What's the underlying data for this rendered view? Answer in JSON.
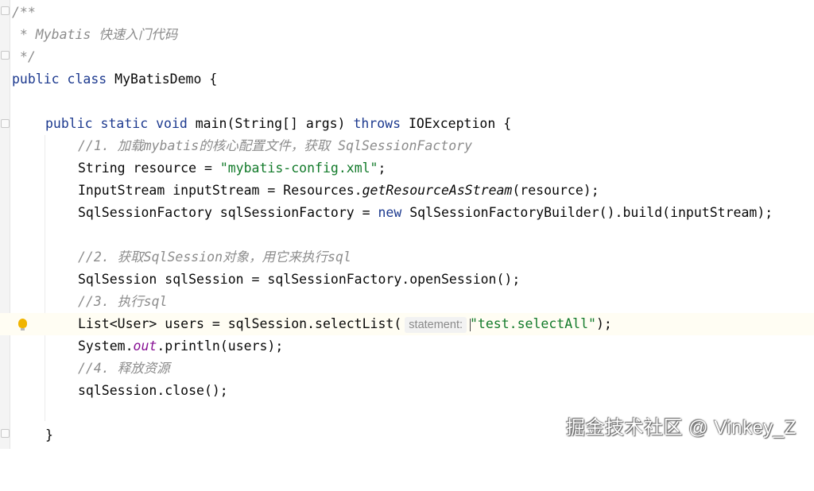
{
  "editor": {
    "language": "java",
    "class_name": "MyBatisDemo",
    "lines": [
      {
        "id": "l1",
        "text": "/**"
      },
      {
        "id": "l2",
        "text": " * Mybatis 快速入门代码"
      },
      {
        "id": "l3",
        "text": " */"
      },
      {
        "id": "l4",
        "kw": "public class ",
        "rest": "MyBatisDemo {"
      },
      {
        "id": "l5",
        "text": ""
      },
      {
        "id": "l6",
        "kw1": "public static void ",
        "mid": "main(String[] args) ",
        "kw2": "throws ",
        "rest": "IOException {"
      },
      {
        "id": "l7",
        "text": "//1. 加载mybatis的核心配置文件，获取 SqlSessionFactory"
      },
      {
        "id": "l8",
        "pre": "String resource = ",
        "str": "\"mybatis-config.xml\"",
        "post": ";"
      },
      {
        "id": "l9",
        "pre": "InputStream inputStream = Resources.",
        "italic": "getResourceAsStream",
        "post": "(resource);"
      },
      {
        "id": "l10",
        "pre": "SqlSessionFactory sqlSessionFactory = ",
        "kw": "new ",
        "post": "SqlSessionFactoryBuilder().build(inputStream);"
      },
      {
        "id": "l11",
        "text": ""
      },
      {
        "id": "l12",
        "text": "//2. 获取SqlSession对象，用它来执行sql"
      },
      {
        "id": "l13",
        "text": "SqlSession sqlSession = sqlSessionFactory.openSession();"
      },
      {
        "id": "l14",
        "text": "//3. 执行sql"
      },
      {
        "id": "l15",
        "pre": "List<User> users = sqlSession.selectList(",
        "hint": "statement:",
        "str": "\"test.selectAll\"",
        "post": ");"
      },
      {
        "id": "l16",
        "pre": "System.",
        "field": "out",
        "post": ".println(users);"
      },
      {
        "id": "l17",
        "text": "//4. 释放资源"
      },
      {
        "id": "l18",
        "text": "sqlSession.close();"
      },
      {
        "id": "l19",
        "text": ""
      },
      {
        "id": "l20",
        "text": "}"
      }
    ],
    "colors": {
      "keyword": "#1d3a8f",
      "comment": "#8c8c8c",
      "string": "#127a2a",
      "field": "#871094",
      "current_line": "#fffdf3"
    }
  },
  "gutter": {
    "intention_icon": "lightbulb-icon"
  },
  "watermark": {
    "text": "掘金技术社区 @ Vinkey_Z"
  }
}
